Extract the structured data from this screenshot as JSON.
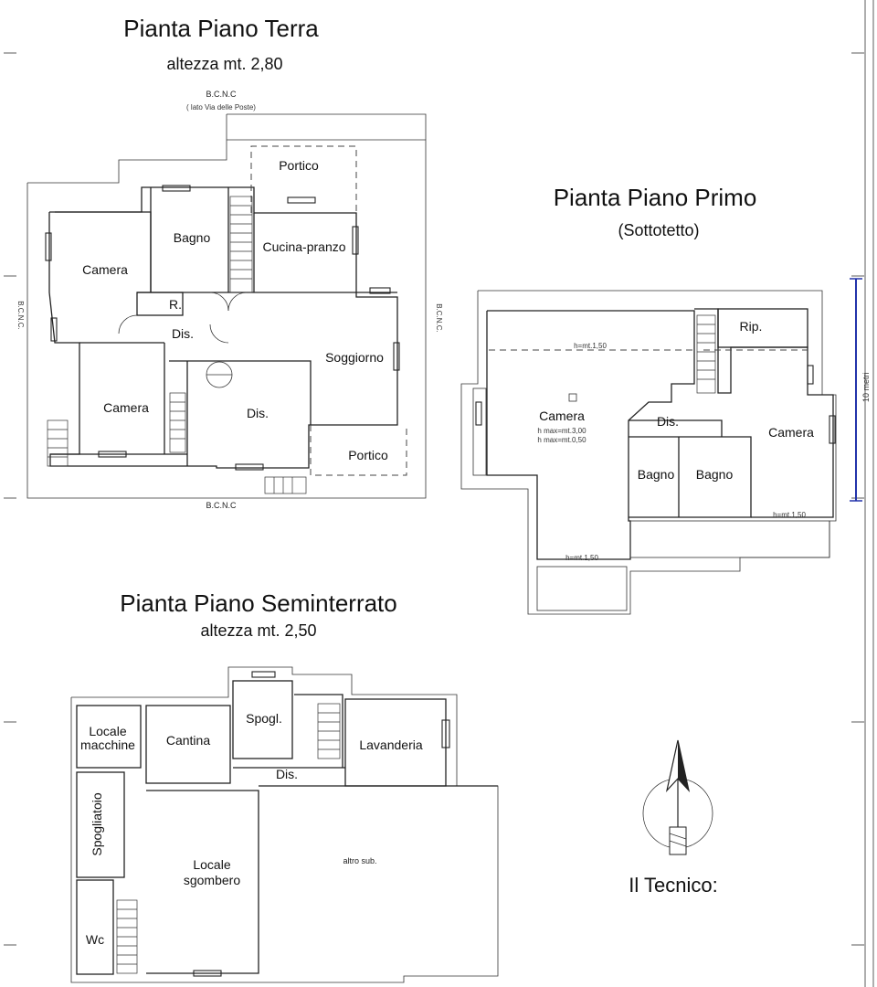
{
  "plans": {
    "terra": {
      "title": "Pianta Piano Terra",
      "subtitle": "altezza mt. 2,80",
      "bcnc_top": "B.C.N.C",
      "bcnc_top_note": "( lato Via delle Poste)",
      "bcnc_left": "B.C.N.C.",
      "bcnc_right": "B.C.N.C.",
      "bcnc_bottom": "B.C.N.C",
      "rooms": {
        "portico_top": "Portico",
        "bagno": "Bagno",
        "cucina": "Cucina-pranzo",
        "camera1": "Camera",
        "rip": "R.",
        "dis1": "Dis.",
        "soggiorno": "Soggiorno",
        "camera2": "Camera",
        "dis2": "Dis.",
        "portico_bottom": "Portico"
      }
    },
    "primo": {
      "title": "Pianta Piano Primo",
      "subtitle": "(Sottotetto)",
      "rooms": {
        "camera1": "Camera",
        "rip": "Rip.",
        "dis": "Dis.",
        "camera2": "Camera",
        "bagno1": "Bagno",
        "bagno2": "Bagno"
      },
      "notes": {
        "h_top": "h=mt.1,50",
        "hmax": "h max=mt.3,00",
        "hmin": "h max=mt.0,50",
        "h_bottom": "h=mt.1,50",
        "h_right": "h=mt.1,50"
      }
    },
    "seminterrato": {
      "title": "Pianta Piano Seminterrato",
      "subtitle": "altezza mt. 2,50",
      "rooms": {
        "locale_macchine_1": "Locale",
        "locale_macchine_2": "macchine",
        "cantina": "Cantina",
        "spogl": "Spogl.",
        "lavanderia": "Lavanderia",
        "dis": "Dis.",
        "spogliatoio": "Spogliatoio",
        "locale_sgombero_1": "Locale",
        "locale_sgombero_2": "sgombero",
        "altro": "altro sub.",
        "wc": "Wc"
      }
    }
  },
  "tecnico": "Il Tecnico:",
  "scale_label": "10 metri",
  "colors": {
    "ink": "#222222",
    "scale_bar": "#2233aa"
  }
}
